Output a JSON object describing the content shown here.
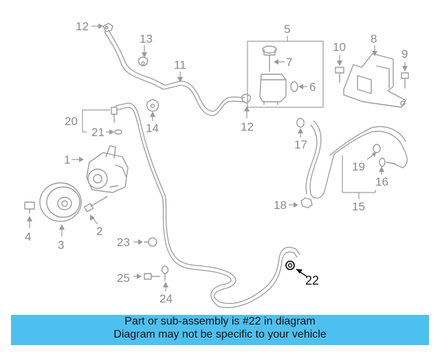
{
  "callouts": {
    "n1": "1",
    "n2": "2",
    "n3": "3",
    "n4": "4",
    "n5": "5",
    "n6": "6",
    "n7": "7",
    "n8": "8",
    "n9": "9",
    "n10": "10",
    "n11": "11",
    "n12a": "12",
    "n12b": "12",
    "n13": "13",
    "n14": "14",
    "n15": "15",
    "n16": "16",
    "n17": "17",
    "n18": "18",
    "n19": "19",
    "n20": "20",
    "n21": "21",
    "n22": "22",
    "n23": "23",
    "n24": "24",
    "n25": "25"
  },
  "highlighted_part": "22",
  "banner": {
    "line1": "Part or sub-assembly is #22 in diagram",
    "line2": "Diagram may not be specific to your vehicle"
  },
  "colors": {
    "banner_bg": "#4ec0ef",
    "diagram_line": "#9a9a9a",
    "highlight": "#111111"
  }
}
